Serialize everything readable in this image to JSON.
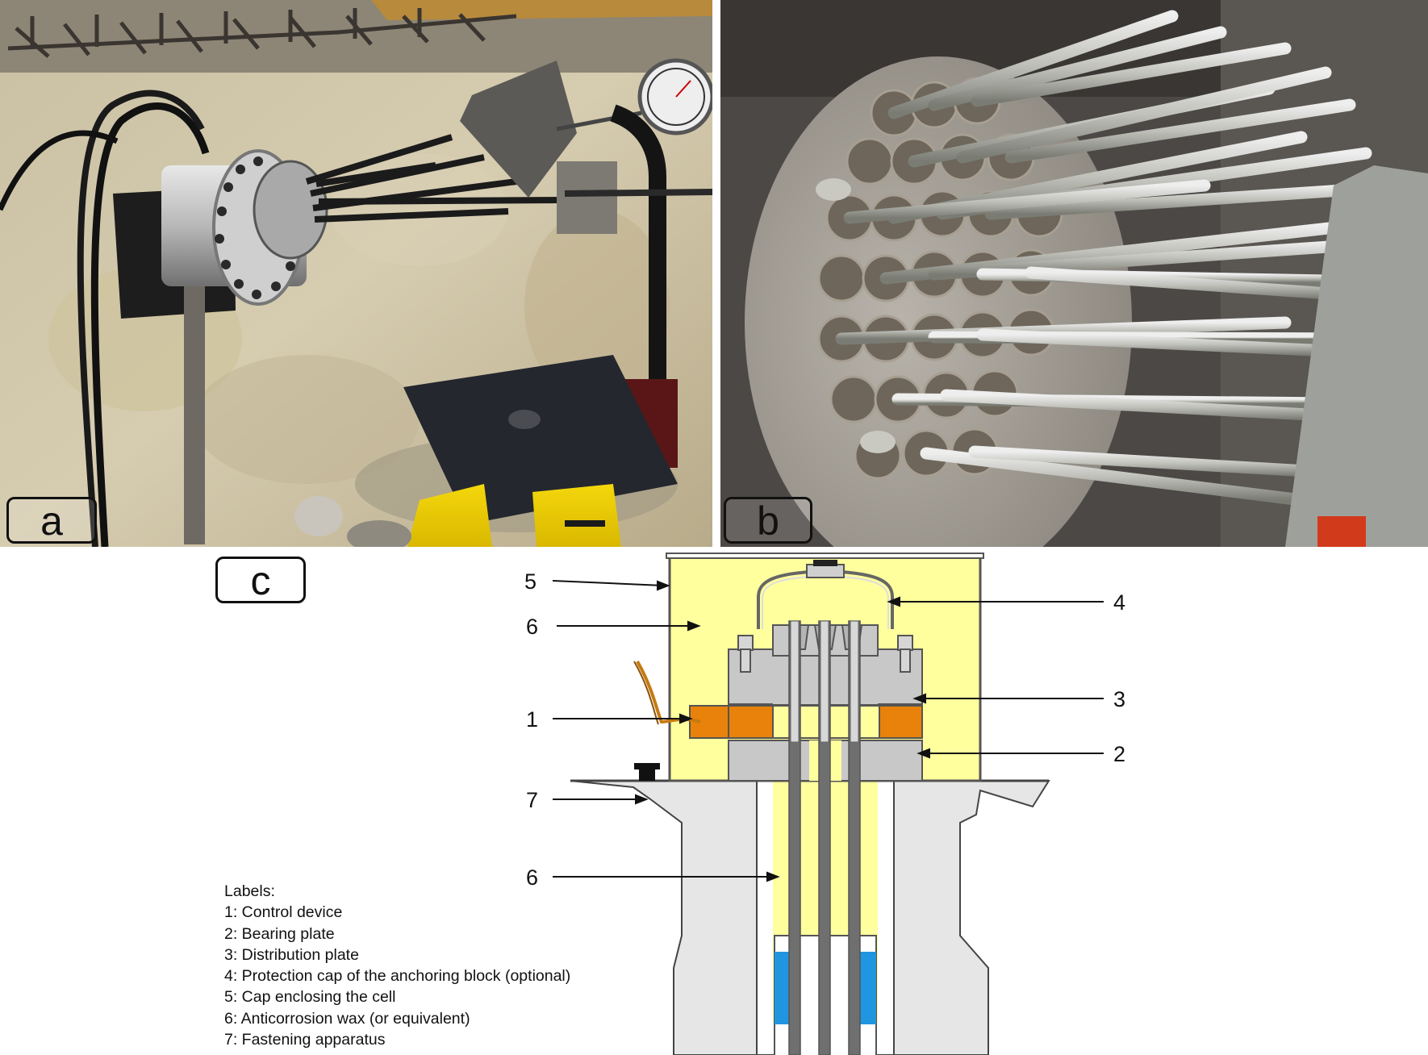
{
  "panels": {
    "a": {
      "tag": "a"
    },
    "b": {
      "tag": "b"
    },
    "c": {
      "tag": "c"
    }
  },
  "callouts": [
    "5",
    "6",
    "1",
    "7",
    "6",
    "4",
    "3",
    "2"
  ],
  "legend": {
    "heading": "Labels:",
    "items": [
      "1: Control device",
      "2: Bearing plate",
      "3: Distribution plate",
      "4: Protection cap of the anchoring block (optional)",
      "5: Cap enclosing the cell",
      "6: Anticorrosion wax (or equivalent)",
      "7: Fastening apparatus"
    ]
  },
  "colors": {
    "wax": "#ffff9e",
    "control_device": "#e8820a",
    "plate_grey": "#c8c8c8",
    "concrete": "#e6e6e6",
    "duct_blue": "#2196e0",
    "tendon": "#6f6f6f"
  }
}
